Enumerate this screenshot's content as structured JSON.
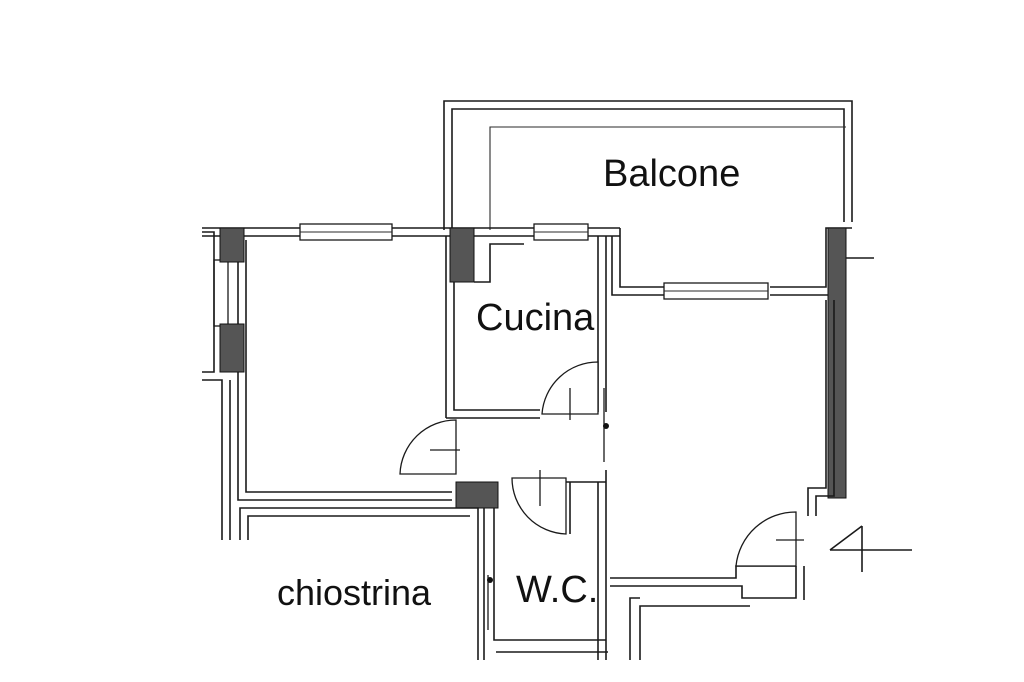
{
  "rooms": {
    "balcone": "Balcone",
    "cucina": "Cucina",
    "chiostrina": "chiostrina",
    "wc": "W.C."
  },
  "colors": {
    "line": "#1a1a1a",
    "pillar_fill": "#555555",
    "background": "#ffffff"
  }
}
